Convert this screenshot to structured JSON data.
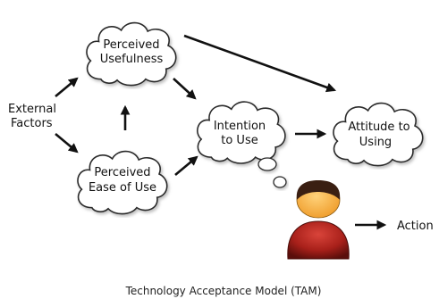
{
  "diagram": {
    "nodes": {
      "external_factors": {
        "line1": "External",
        "line2": "Factors"
      },
      "perceived_usefulness": {
        "line1": "Perceived",
        "line2": "Usefulness"
      },
      "perceived_ease_of_use": {
        "line1": "Perceived",
        "line2": "Ease of Use"
      },
      "intention_to_use": {
        "line1": "Intention",
        "line2": "to Use"
      },
      "attitude_to_using": {
        "line1": "Attitude to",
        "line2": "Using"
      },
      "action": {
        "label": "Action"
      }
    },
    "caption": "Technology Acceptance Model (TAM)"
  },
  "colors": {
    "outline": "#2b2b2b",
    "arrow": "#111111",
    "person_body": "#a8201a",
    "person_face": "#f5b041",
    "person_hair": "#3a1f12"
  },
  "icons": {
    "person": "person-icon",
    "cloud": "cloud-shape"
  }
}
